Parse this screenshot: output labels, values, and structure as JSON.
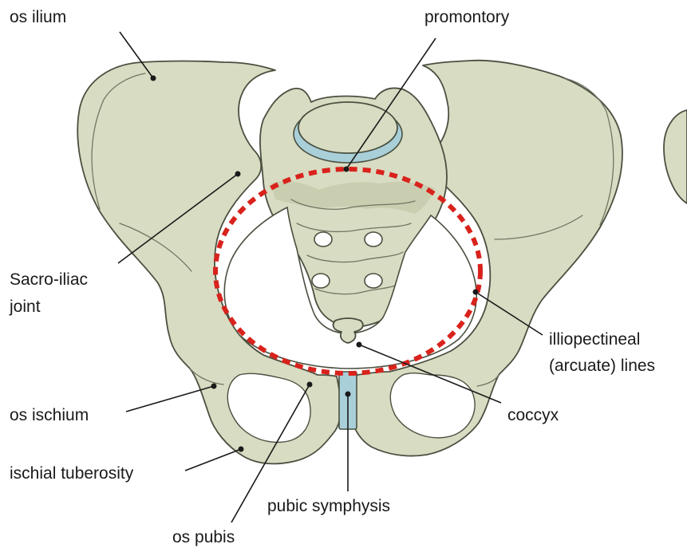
{
  "labels": {
    "os_ilium": "os ilium",
    "promontory": "promontory",
    "sacroiliac_line1": "Sacro-iliac",
    "sacroiliac_line2": "joint",
    "illiopectineal_line1": "illiopectineal",
    "illiopectineal_line2": "(arcuate) lines",
    "os_ischium": "os ischium",
    "ischial_tuberosity": "ischial tuberosity",
    "coccyx": "coccyx",
    "pubic_symphysis": "pubic symphysis",
    "os_pubis": "os pubis"
  },
  "colors": {
    "bone": "#d8dcc2",
    "outline": "#4a5040",
    "cartilage": "#a9cfd9",
    "pelvic_brim_dashed": "#d9221c",
    "text": "#1a1a1a"
  }
}
